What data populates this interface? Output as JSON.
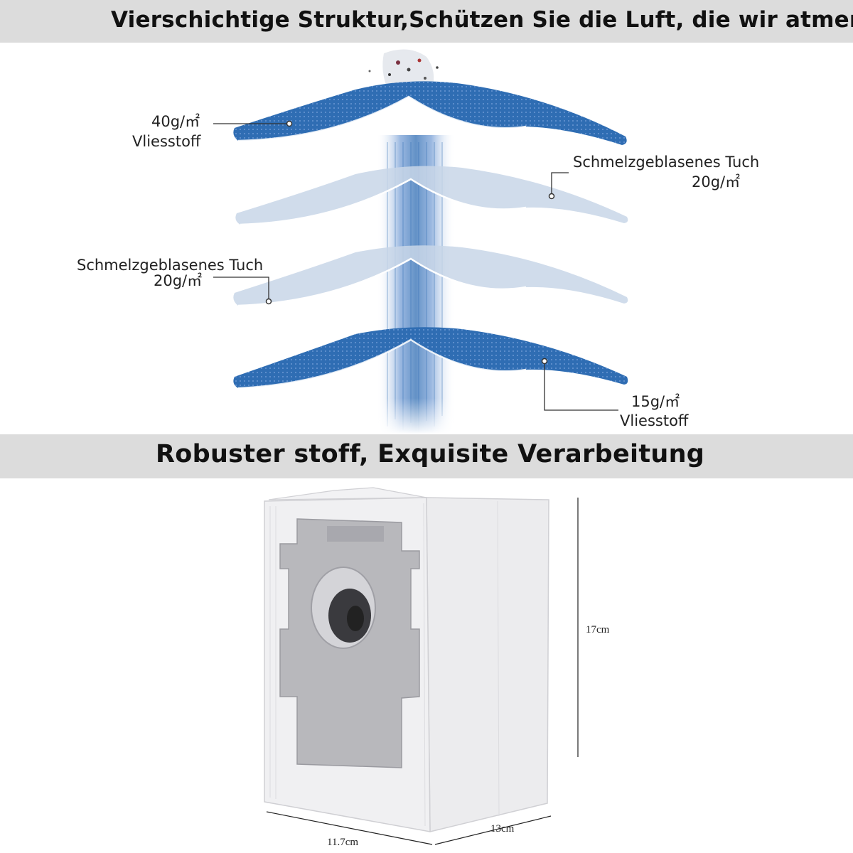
{
  "headline": "Vierschichtige Struktur,Schützen Sie die Luft, die wir atmen",
  "subheadline": "Robuster stoff, Exquisite Verarbeitung",
  "layers": [
    {
      "weight": "40g/㎡",
      "material": "Vliesstoff",
      "color": "#2f6db3"
    },
    {
      "material": "Schmelzgeblasenes Tuch",
      "weight": "20g/㎡",
      "color": "#c8d6e8"
    },
    {
      "material": "Schmelzgeblasenes Tuch",
      "weight": "20g/㎡",
      "color": "#c8d6e8"
    },
    {
      "weight": "15g/㎡",
      "material": "Vliesstoff",
      "color": "#2f6db3"
    }
  ],
  "dimensions": {
    "height": "17cm",
    "depth": "13cm",
    "width": "11.7cm"
  }
}
